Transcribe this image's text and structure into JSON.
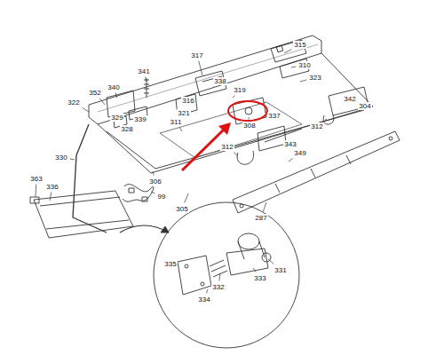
{
  "diagram": {
    "labels": [
      "315",
      "317",
      "338",
      "319",
      "310",
      "323",
      "341",
      "316",
      "352",
      "340",
      "321",
      "322",
      "339",
      "329",
      "328",
      "311",
      "337",
      "342",
      "304",
      "308",
      "343",
      "312",
      "312",
      "349",
      "330",
      "306",
      "305",
      "363",
      "336",
      "99",
      "287",
      "335",
      "331",
      "333",
      "332",
      "334"
    ]
  }
}
